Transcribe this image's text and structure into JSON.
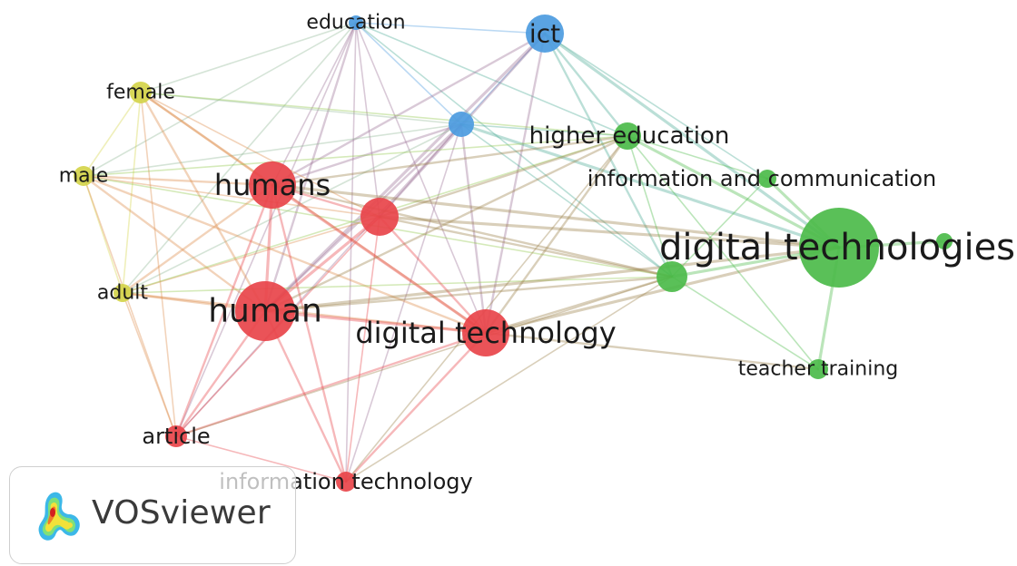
{
  "title": "",
  "app": {
    "name": "VOSviewer"
  },
  "clusters": [
    {
      "id": "red",
      "color": "#e8444a"
    },
    {
      "id": "green",
      "color": "#4cbb4a"
    },
    {
      "id": "blue",
      "color": "#4c9be0"
    },
    {
      "id": "yellow",
      "color": "#d4d44a"
    }
  ],
  "nodes": [
    {
      "key": "education",
      "label": "education",
      "cluster": "blue"
    },
    {
      "key": "ict",
      "label": "ict",
      "cluster": "blue"
    },
    {
      "key": "blue_hub",
      "label": "",
      "cluster": "blue"
    },
    {
      "key": "female",
      "label": "female",
      "cluster": "yellow"
    },
    {
      "key": "male",
      "label": "male",
      "cluster": "yellow"
    },
    {
      "key": "adult",
      "label": "adult",
      "cluster": "yellow"
    },
    {
      "key": "humans",
      "label": "humans",
      "cluster": "red"
    },
    {
      "key": "red_hub",
      "label": "",
      "cluster": "red"
    },
    {
      "key": "human",
      "label": "human",
      "cluster": "red"
    },
    {
      "key": "digital_technology",
      "label": "digital technology",
      "cluster": "red"
    },
    {
      "key": "article",
      "label": "article",
      "cluster": "red"
    },
    {
      "key": "information_technology",
      "label": "information technology",
      "cluster": "red"
    },
    {
      "key": "higher_education",
      "label": "higher education",
      "cluster": "green"
    },
    {
      "key": "information_and_communication",
      "label": "information and communication",
      "cluster": "green"
    },
    {
      "key": "digital_technologies",
      "label": "digital technologies",
      "cluster": "green"
    },
    {
      "key": "green_hub",
      "label": "",
      "cluster": "green"
    },
    {
      "key": "teacher_training",
      "label": "teacher training",
      "cluster": "green"
    },
    {
      "key": "green_edge_node",
      "label": "",
      "cluster": "green"
    }
  ],
  "links": [
    [
      "education",
      "ict"
    ],
    [
      "education",
      "blue_hub"
    ],
    [
      "education",
      "female"
    ],
    [
      "education",
      "male"
    ],
    [
      "education",
      "humans"
    ],
    [
      "education",
      "human"
    ],
    [
      "education",
      "red_hub"
    ],
    [
      "education",
      "digital_technology"
    ],
    [
      "education",
      "higher_education"
    ],
    [
      "education",
      "article"
    ],
    [
      "education",
      "adult"
    ],
    [
      "education",
      "information_technology"
    ],
    [
      "education",
      "green_hub"
    ],
    [
      "ict",
      "blue_hub"
    ],
    [
      "ict",
      "humans"
    ],
    [
      "ict",
      "human"
    ],
    [
      "ict",
      "red_hub"
    ],
    [
      "ict",
      "digital_technology"
    ],
    [
      "ict",
      "higher_education"
    ],
    [
      "ict",
      "digital_technologies"
    ],
    [
      "ict",
      "green_hub"
    ],
    [
      "ict",
      "information_and_communication"
    ],
    [
      "blue_hub",
      "humans"
    ],
    [
      "blue_hub",
      "human"
    ],
    [
      "blue_hub",
      "red_hub"
    ],
    [
      "blue_hub",
      "digital_technology"
    ],
    [
      "blue_hub",
      "higher_education"
    ],
    [
      "blue_hub",
      "digital_technologies"
    ],
    [
      "blue_hub",
      "green_hub"
    ],
    [
      "blue_hub",
      "male"
    ],
    [
      "blue_hub",
      "adult"
    ],
    [
      "blue_hub",
      "article"
    ],
    [
      "blue_hub",
      "information_technology"
    ],
    [
      "blue_hub",
      "female"
    ],
    [
      "female",
      "male"
    ],
    [
      "female",
      "adult"
    ],
    [
      "female",
      "humans"
    ],
    [
      "female",
      "human"
    ],
    [
      "female",
      "red_hub"
    ],
    [
      "female",
      "digital_technology"
    ],
    [
      "female",
      "higher_education"
    ],
    [
      "female",
      "article"
    ],
    [
      "male",
      "adult"
    ],
    [
      "male",
      "humans"
    ],
    [
      "male",
      "human"
    ],
    [
      "male",
      "red_hub"
    ],
    [
      "male",
      "digital_technology"
    ],
    [
      "male",
      "higher_education"
    ],
    [
      "male",
      "article"
    ],
    [
      "male",
      "green_hub"
    ],
    [
      "adult",
      "humans"
    ],
    [
      "adult",
      "human"
    ],
    [
      "adult",
      "red_hub"
    ],
    [
      "adult",
      "digital_technology"
    ],
    [
      "adult",
      "article"
    ],
    [
      "adult",
      "higher_education"
    ],
    [
      "adult",
      "green_hub"
    ],
    [
      "humans",
      "human"
    ],
    [
      "humans",
      "red_hub"
    ],
    [
      "humans",
      "digital_technology"
    ],
    [
      "humans",
      "article"
    ],
    [
      "humans",
      "information_technology"
    ],
    [
      "humans",
      "green_hub"
    ],
    [
      "humans",
      "digital_technologies"
    ],
    [
      "humans",
      "higher_education"
    ],
    [
      "red_hub",
      "human"
    ],
    [
      "red_hub",
      "digital_technology"
    ],
    [
      "red_hub",
      "article"
    ],
    [
      "red_hub",
      "information_technology"
    ],
    [
      "red_hub",
      "green_hub"
    ],
    [
      "red_hub",
      "higher_education"
    ],
    [
      "red_hub",
      "digital_technologies"
    ],
    [
      "human",
      "digital_technology"
    ],
    [
      "human",
      "article"
    ],
    [
      "human",
      "information_technology"
    ],
    [
      "human",
      "green_hub"
    ],
    [
      "human",
      "higher_education"
    ],
    [
      "human",
      "digital_technologies"
    ],
    [
      "digital_technology",
      "article"
    ],
    [
      "digital_technology",
      "information_technology"
    ],
    [
      "digital_technology",
      "green_hub"
    ],
    [
      "digital_technology",
      "digital_technologies"
    ],
    [
      "digital_technology",
      "higher_education"
    ],
    [
      "digital_technology",
      "teacher_training"
    ],
    [
      "article",
      "information_technology"
    ],
    [
      "article",
      "green_hub"
    ],
    [
      "information_technology",
      "green_hub"
    ],
    [
      "information_technology",
      "higher_education"
    ],
    [
      "higher_education",
      "digital_technologies"
    ],
    [
      "higher_education",
      "green_hub"
    ],
    [
      "higher_education",
      "information_and_communication"
    ],
    [
      "higher_education",
      "teacher_training"
    ],
    [
      "information_and_communication",
      "digital_technologies"
    ],
    [
      "information_and_communication",
      "green_hub"
    ],
    [
      "digital_technologies",
      "green_hub"
    ],
    [
      "digital_technologies",
      "teacher_training"
    ],
    [
      "digital_technologies",
      "green_edge_node"
    ],
    [
      "green_hub",
      "teacher_training"
    ]
  ]
}
